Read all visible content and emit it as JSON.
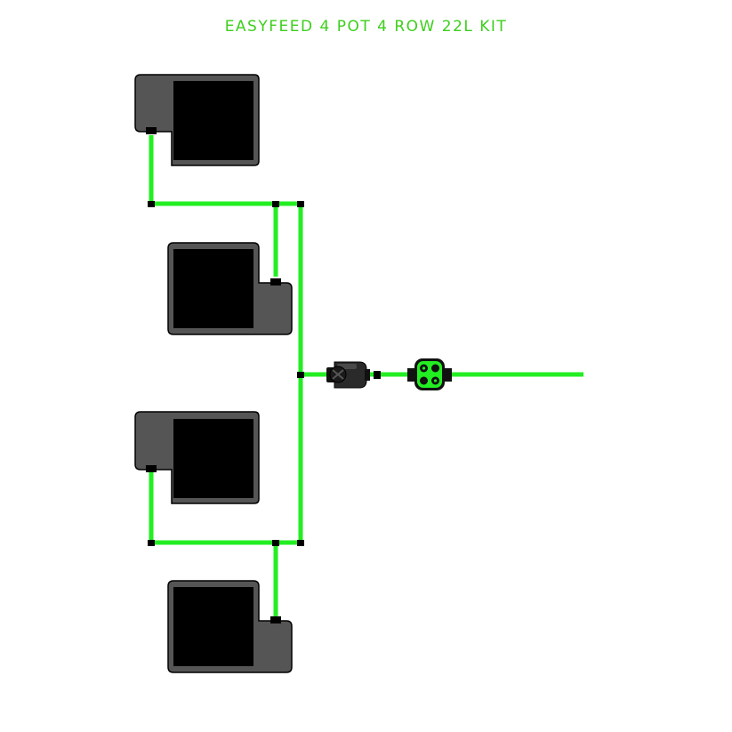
{
  "title": "EASYFEED 4 POT 4 ROW 22L KIT",
  "colors": {
    "title": "#3ccf1c",
    "tube": "#22ee22",
    "pot_body": "#555555",
    "pot_outline": "#000000",
    "pot_opening": "#000000",
    "connector": "#000000",
    "valve_body": "#1a1a1a",
    "feed_unit": "#22ee22"
  },
  "components": {
    "pots": [
      {
        "name": "pot-1"
      },
      {
        "name": "pot-2"
      },
      {
        "name": "pot-3"
      },
      {
        "name": "pot-4"
      }
    ],
    "valve": "inline-valve",
    "feed_unit": "easyfeed-unit",
    "supply_line": "supply-tube"
  }
}
